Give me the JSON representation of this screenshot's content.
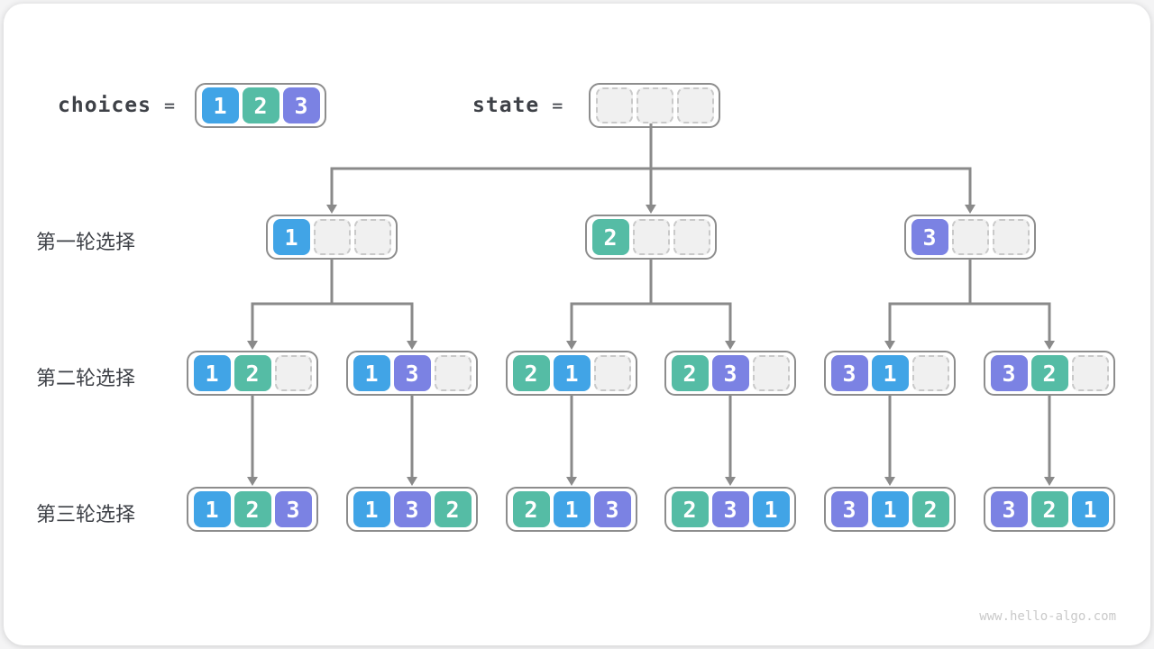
{
  "watermark": "www.hello-algo.com",
  "colors": {
    "cell_1": "#41A4E6",
    "cell_2": "#55BCA5",
    "cell_3": "#7B82E3",
    "empty_fill": "#F0F0F0",
    "empty_border": "#C9C9C9",
    "box_border": "#8D8D8D",
    "connector": "#8A8A8A",
    "label_text": "#3E4147",
    "watermark_text": "#C9C9C9"
  },
  "header": {
    "choices_label": "choices",
    "choices_equals": "=",
    "choices_values": [
      1,
      2,
      3
    ],
    "state_label": "state",
    "state_equals": "=",
    "state_values": [
      null,
      null,
      null
    ]
  },
  "rows": [
    {
      "label": "第一轮选择",
      "boxes": [
        [
          1,
          null,
          null
        ],
        [
          2,
          null,
          null
        ],
        [
          3,
          null,
          null
        ]
      ]
    },
    {
      "label": "第二轮选择",
      "boxes": [
        [
          1,
          2,
          null
        ],
        [
          1,
          3,
          null
        ],
        [
          2,
          1,
          null
        ],
        [
          2,
          3,
          null
        ],
        [
          3,
          1,
          null
        ],
        [
          3,
          2,
          null
        ]
      ]
    },
    {
      "label": "第三轮选择",
      "boxes": [
        [
          1,
          2,
          3
        ],
        [
          1,
          3,
          2
        ],
        [
          2,
          1,
          3
        ],
        [
          2,
          3,
          1
        ],
        [
          3,
          1,
          2
        ],
        [
          3,
          2,
          1
        ]
      ]
    }
  ]
}
